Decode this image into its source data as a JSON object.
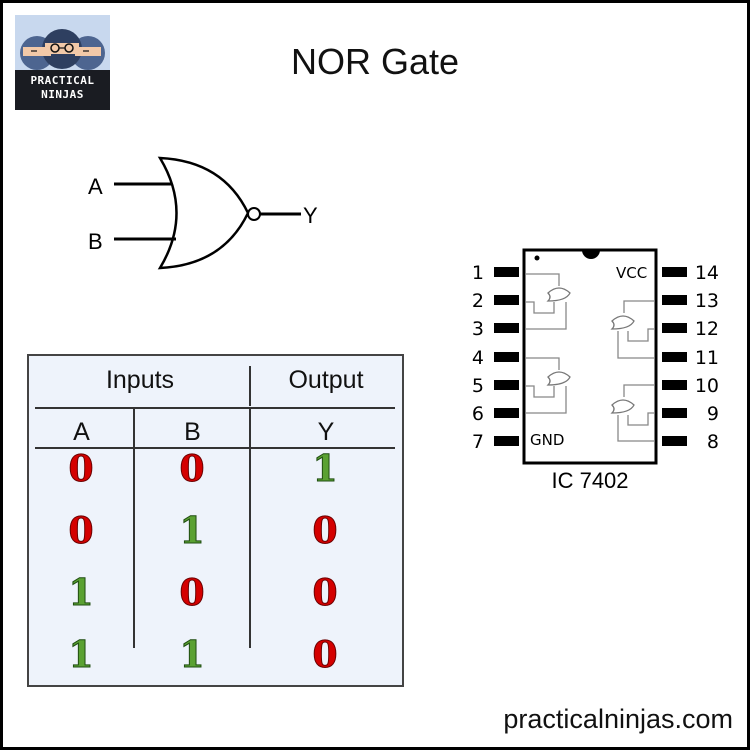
{
  "logo": {
    "line1": "PRACTICAL",
    "line2": "NINJAS"
  },
  "title": "NOR Gate",
  "gate_symbol": {
    "input_a": "A",
    "input_b": "B",
    "output": "Y"
  },
  "truth_table": {
    "group_headers": [
      "Inputs",
      "Output"
    ],
    "columns": [
      "A",
      "B",
      "Y"
    ],
    "rows": [
      [
        "0",
        "0",
        "1"
      ],
      [
        "0",
        "1",
        "0"
      ],
      [
        "1",
        "0",
        "0"
      ],
      [
        "1",
        "1",
        "0"
      ]
    ],
    "colors": {
      "zero": "#d40000",
      "one": "#5aa132"
    }
  },
  "ic": {
    "name": "IC 7402",
    "vcc_label": "VCC",
    "gnd_label": "GND",
    "left_pins": [
      "1",
      "2",
      "3",
      "4",
      "5",
      "6",
      "7"
    ],
    "right_pins": [
      "14",
      "13",
      "12",
      "11",
      "10",
      "9",
      "8"
    ]
  },
  "footer": "practicalninjas.com"
}
